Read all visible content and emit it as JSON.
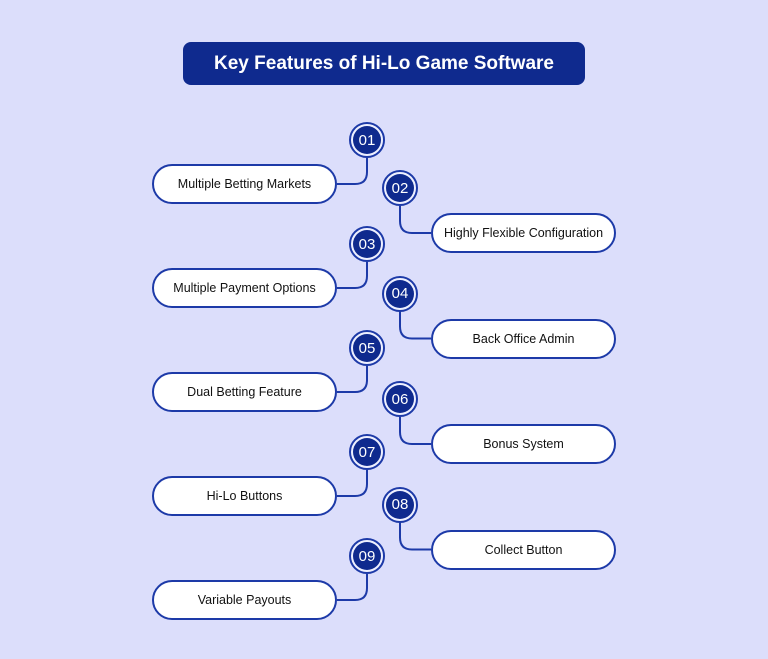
{
  "title": "Key Features of Hi-Lo Game Software",
  "colors": {
    "accent": "#0f2a8e",
    "background": "#dcdefb",
    "line": "#1d3aa8"
  },
  "features": [
    {
      "number": "01",
      "label": "Multiple Betting Markets"
    },
    {
      "number": "02",
      "label": "Highly Flexible Configuration"
    },
    {
      "number": "03",
      "label": "Multiple Payment Options"
    },
    {
      "number": "04",
      "label": "Back Office Admin"
    },
    {
      "number": "05",
      "label": "Dual Betting Feature"
    },
    {
      "number": "06",
      "label": "Bonus System"
    },
    {
      "number": "07",
      "label": "Hi-Lo Buttons"
    },
    {
      "number": "08",
      "label": "Collect Button"
    },
    {
      "number": "09",
      "label": "Variable Payouts"
    }
  ]
}
